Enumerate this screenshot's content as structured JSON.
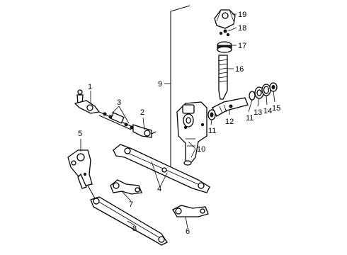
{
  "diagram": {
    "callouts": [
      "1",
      "2",
      "3",
      "4",
      "5",
      "6",
      "7",
      "8",
      "9",
      "10",
      "11",
      "11",
      "12",
      "13",
      "14",
      "15",
      "16",
      "17",
      "18",
      "19"
    ]
  }
}
